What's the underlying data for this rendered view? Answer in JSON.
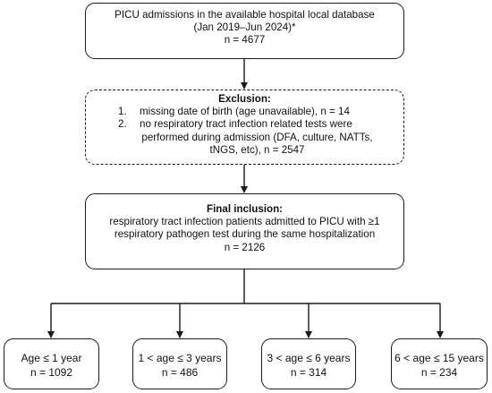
{
  "top_box": {
    "line1": "PICU admissions in the available hospital local database",
    "line2": "(Jan 2019–Jun 2024)*",
    "line3": "n = 4677"
  },
  "exclusion_box": {
    "title": "Exclusion:",
    "items": [
      {
        "number": "1.",
        "lines": [
          "missing date of birth (age unavailable), n = 14"
        ]
      },
      {
        "number": "2.",
        "lines": [
          "no respiratory tract infection related tests were",
          "performed during admission (DFA, culture, NATTs,",
          "tNGS, etc), n = 2547"
        ]
      }
    ]
  },
  "final_box": {
    "title": "Final inclusion:",
    "line1": "respiratory tract infection patients admitted to PICU with ≥1",
    "line2": "respiratory pathogen test during the same hospitalization",
    "line3": "n = 2126"
  },
  "age_groups": [
    {
      "label": "Age ≤ 1 year",
      "count": "n = 1092"
    },
    {
      "label": "1 < age ≤ 3 years",
      "count": "n = 486"
    },
    {
      "label": "3 < age ≤ 6 years",
      "count": "n = 314"
    },
    {
      "label": "6 < age ≤ 15 years",
      "count": "n = 234"
    }
  ]
}
